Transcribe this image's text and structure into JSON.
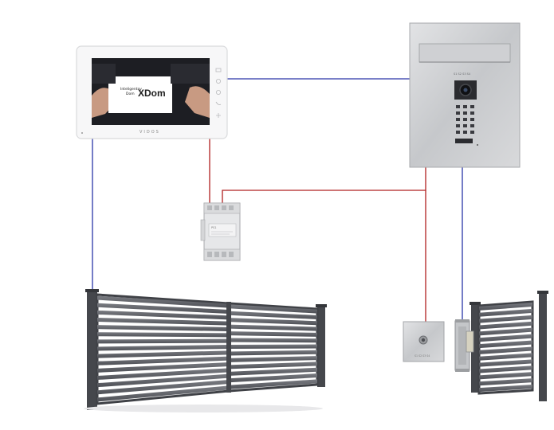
{
  "monitor": {
    "brand_line1": "Inteligentny",
    "brand_line2": "Dom",
    "brand_logo": "XDom",
    "brand_name": "VIDOS"
  },
  "door_station": {
    "model_label": "S1 S2 S3 S4"
  },
  "exit_button": {
    "model_label": "S1 S2 S3 S4"
  },
  "power_supply": {
    "label": "PS1"
  },
  "colors": {
    "bus_wire": "#2a35a8",
    "power_wire": "#b02020",
    "gate_metal": "#5e6066",
    "gate_frame": "#3f4146",
    "steel": "#c9cbce"
  },
  "icons": [
    "monitor-icon",
    "door-station-icon",
    "power-supply-icon",
    "gate-icon",
    "wicket-gate-icon",
    "exit-button-icon",
    "electric-strike-icon"
  ]
}
